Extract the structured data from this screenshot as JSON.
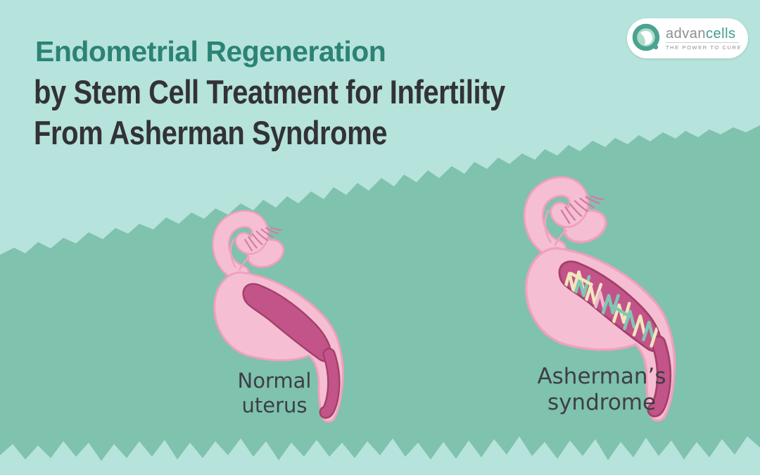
{
  "title": {
    "line1": "Endometrial Regeneration",
    "line2": "by Stem Cell Treatment for Infertility",
    "line3": "From Asherman Syndrome"
  },
  "logo": {
    "brand_prefix": "advan",
    "brand_suffix": "cells",
    "tagline": "THE POWER TO CURE"
  },
  "labels": {
    "normal": {
      "line1": "Normal",
      "line2": "uterus"
    },
    "asherman": {
      "line1": "Asherman’s",
      "line2": "syndrome"
    }
  },
  "colors": {
    "mint": "#B6E3DB",
    "green": "#7FC2AE",
    "teal-title": "#2B8375",
    "ink": "#323237",
    "label": "#3E3E46",
    "pink": "#F6BED2",
    "pink-outline": "#EFA0BC",
    "magenta": "#C2548A",
    "magenta-dark": "#A34069",
    "logo-teal": "#3EA08B",
    "logo-gray": "#8B8F8E",
    "scar-cream": "#F2E6BC",
    "scar-teal": "#7FC8B4",
    "scar-pink": "#EFB9CE"
  }
}
